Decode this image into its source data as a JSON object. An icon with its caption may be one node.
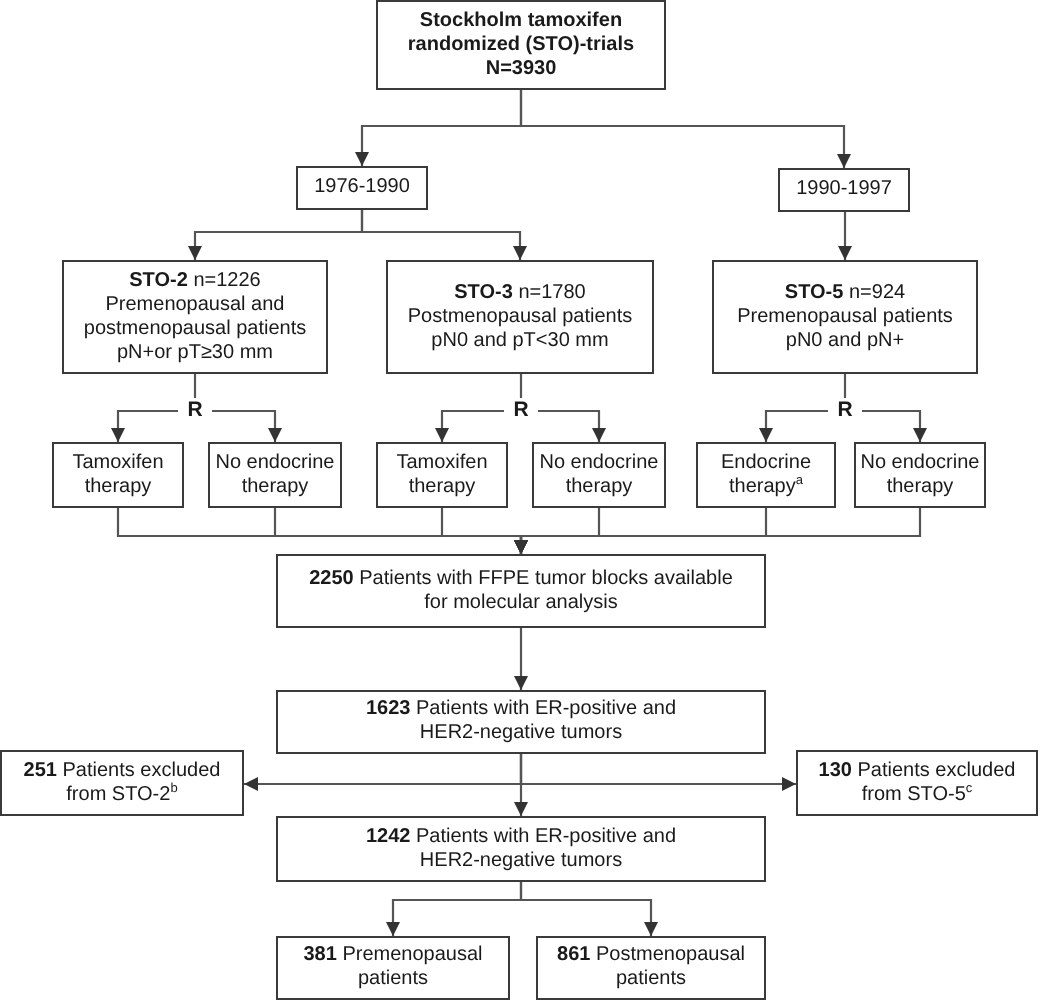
{
  "diagram": {
    "nodes": [
      {
        "text": [
          "Stockholm tamoxifen randomized (STO)-trials",
          "N=3930"
        ]
      },
      {
        "text": [
          "1976-1990"
        ]
      },
      {
        "text": [
          "1990-1997"
        ]
      },
      {
        "text": [
          "**STO-2** n=1226",
          "Premenopausal and postmenopausal patients",
          "pN+or pT≥30 mm"
        ]
      },
      {
        "text": [
          "**STO-3** n=1780",
          "Postmenopausal patients",
          "pN0 and pT<30 mm"
        ]
      },
      {
        "text": [
          "**STO-5** n=924",
          "Premenopausal patients",
          "pN0 and pN+"
        ]
      },
      {
        "text": [
          "R"
        ]
      },
      {
        "text": [
          "R"
        ]
      },
      {
        "text": [
          "R"
        ]
      },
      {
        "text": [
          "Tamoxifen therapy"
        ]
      },
      {
        "text": [
          "No endocrine therapy"
        ]
      },
      {
        "text": [
          "Tamoxifen therapy"
        ]
      },
      {
        "text": [
          "No endocrine therapy"
        ]
      },
      {
        "text": [
          "Endocrine therapy$^{a}$"
        ]
      },
      {
        "text": [
          "No endocrine therapy"
        ]
      },
      {
        "text": [
          "**2250** Patients with FFPE tumor blocks available for molecular analysis"
        ]
      },
      {
        "text": [
          "**1623** Patients with ER-positive and HER2-negative tumors"
        ]
      },
      {
        "text": [
          "**251** Patients excluded from STO-2$^{b}$"
        ]
      },
      {
        "text": [
          "**130** Patients excluded from STO-5$^{c}$"
        ]
      },
      {
        "text": [
          "**1242** Patients with ER-positive and HER2-negative tumors"
        ]
      },
      {
        "text": [
          "**381** Premenopausal patients"
        ]
      },
      {
        "text": [
          "**861** Postmenopausal patients"
        ]
      }
    ],
    "edges": [
      {
        "from": 0,
        "to": 1,
        "arrow": "to"
      },
      {
        "from": 0,
        "to": 2,
        "arrow": "to"
      },
      {
        "from": 1,
        "to": 3,
        "arrow": "to"
      },
      {
        "from": 1,
        "to": 4,
        "arrow": "to"
      },
      {
        "from": 2,
        "to": 5,
        "arrow": "to"
      },
      {
        "from": 3,
        "to": 6,
        "arrow": "none"
      },
      {
        "from": 6,
        "to": 9,
        "arrow": "to"
      },
      {
        "from": 6,
        "to": 10,
        "arrow": "to"
      },
      {
        "from": 4,
        "to": 7,
        "arrow": "none"
      },
      {
        "from": 7,
        "to": 11,
        "arrow": "to"
      },
      {
        "from": 7,
        "to": 12,
        "arrow": "to"
      },
      {
        "from": 5,
        "to": 8,
        "arrow": "none"
      },
      {
        "from": 8,
        "to": 13,
        "arrow": "to"
      },
      {
        "from": 8,
        "to": 14,
        "arrow": "to"
      },
      {
        "from": 9,
        "to": 15,
        "arrow": "to"
      },
      {
        "from": 10,
        "to": 15,
        "arrow": "to"
      },
      {
        "from": 11,
        "to": 15,
        "arrow": "to"
      },
      {
        "from": 12,
        "to": 15,
        "arrow": "to"
      },
      {
        "from": 13,
        "to": 15,
        "arrow": "to"
      },
      {
        "from": 14,
        "to": 15,
        "arrow": "to"
      },
      {
        "from": 15,
        "to": 16,
        "arrow": "to"
      },
      {
        "from": 16,
        "to": 17,
        "arrow": "to"
      },
      {
        "from": 16,
        "to": 18,
        "arrow": "to"
      },
      {
        "from": 16,
        "to": 19,
        "arrow": "to"
      },
      {
        "from": 19,
        "to": 20,
        "arrow": "to"
      },
      {
        "from": 19,
        "to": 21,
        "arrow": "to"
      }
    ]
  }
}
